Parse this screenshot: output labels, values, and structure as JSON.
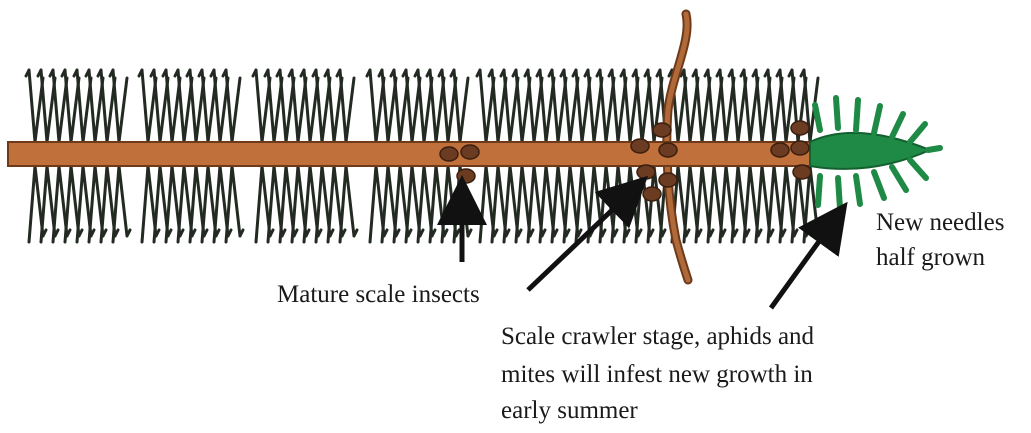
{
  "labels": {
    "mature": "Mature scale insects",
    "new_needles_line1": "New needles",
    "new_needles_line2": "half grown",
    "crawler_line1": "Scale crawler stage, aphids and",
    "crawler_line2": "mites will infest new growth in",
    "crawler_line3": "early summer"
  },
  "colors": {
    "branch": "#c0703a",
    "branch_outline": "#6e3a1a",
    "needles": "#222a22",
    "new_growth": "#1f8a45",
    "scale": "#6b3b22",
    "arrow": "#111111"
  }
}
